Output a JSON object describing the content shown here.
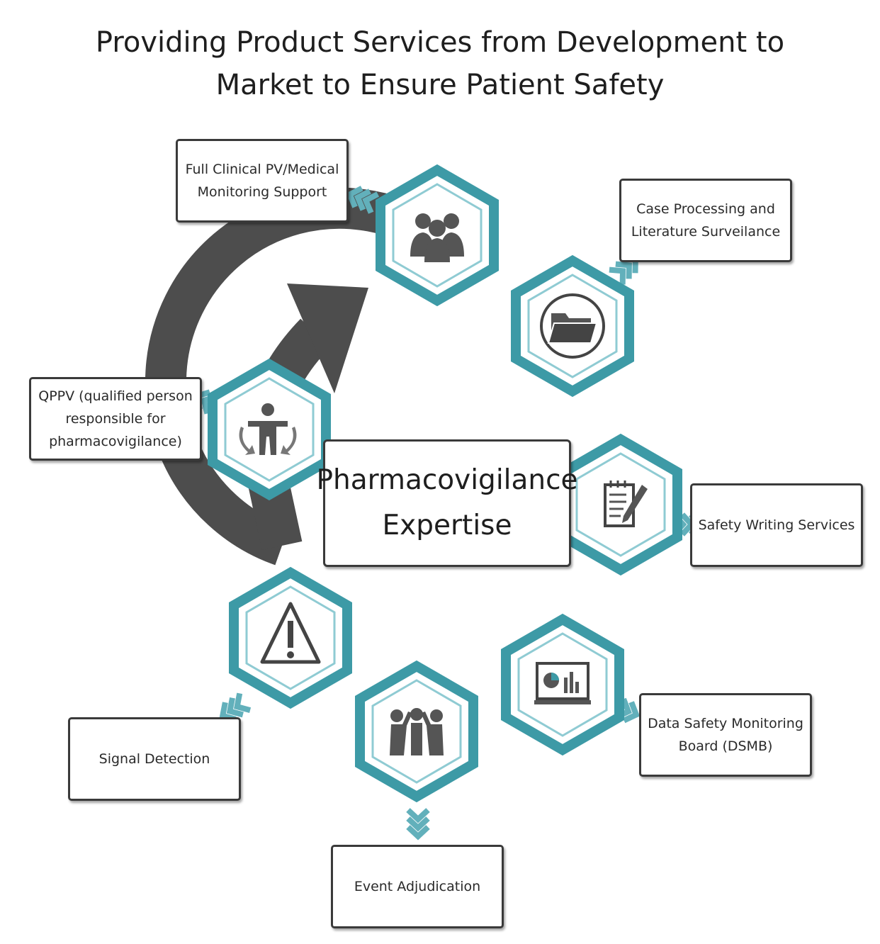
{
  "title": {
    "line1": "Providing Product Services from Development to",
    "line2": "Market to Ensure Patient Safety"
  },
  "center": {
    "line1": "Pharmacovigilance",
    "line2": "Expertise"
  },
  "services": [
    {
      "text": "Full Clinical PV/Medical Monitoring Support",
      "icon": "people-group-icon"
    },
    {
      "text": "Case Processing and Literature Surveilance",
      "icon": "folder-icon"
    },
    {
      "text": "Safety Writing Services",
      "icon": "notepad-pen-icon"
    },
    {
      "text": "Data Safety Monitoring Board (DSMB)",
      "icon": "monitor-chart-icon"
    },
    {
      "text": "Event Adjudication",
      "icon": "team-arms-up-icon"
    },
    {
      "text": "Signal Detection",
      "icon": "warning-triangle-icon"
    },
    {
      "text": "QPPV (qualified person responsible for pharmacovigilance)",
      "icon": "person-arrows-icon"
    }
  ],
  "colors": {
    "teal": "#3d9aa6",
    "teal_light": "#8fcbd3",
    "ring": "#4d4d4d",
    "icon": "#555555"
  }
}
